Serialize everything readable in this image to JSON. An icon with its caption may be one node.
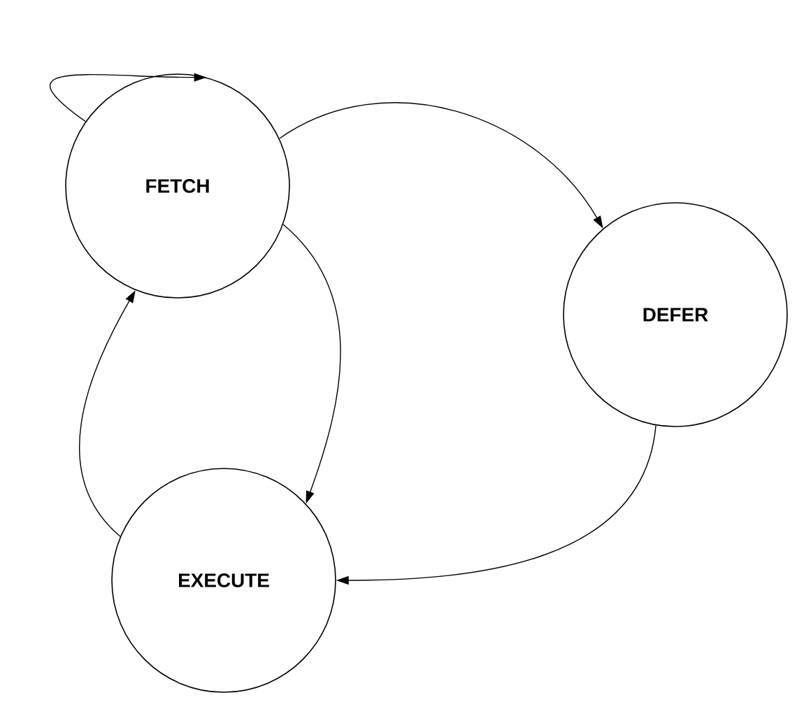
{
  "diagram": {
    "nodes": [
      {
        "text": [
          "FETCH"
        ]
      },
      {
        "text": [
          "DEFER"
        ]
      },
      {
        "text": [
          "EXECUTE"
        ]
      }
    ],
    "edges": [
      {
        "from": 0,
        "to": 0,
        "arrow": "to"
      },
      {
        "from": 0,
        "to": 1,
        "arrow": "to"
      },
      {
        "from": 0,
        "to": 2,
        "arrow": "to"
      },
      {
        "from": 2,
        "to": 0,
        "arrow": "to"
      },
      {
        "from": 1,
        "to": 2,
        "arrow": "to"
      }
    ]
  }
}
